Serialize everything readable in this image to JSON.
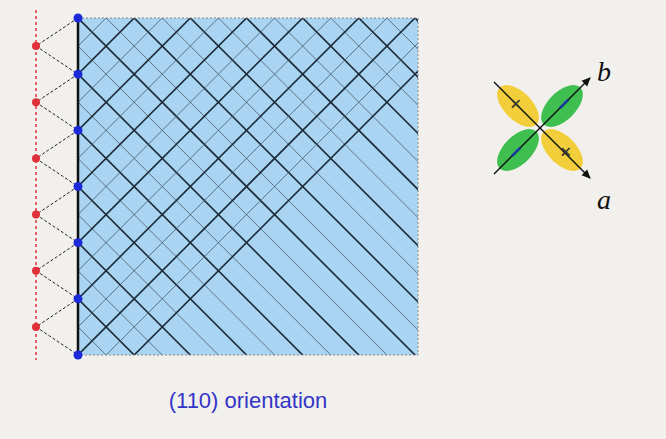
{
  "diagram": {
    "caption": "(110) orientation",
    "labels": [
      "b",
      "a",
      "+",
      "+",
      "−",
      "−"
    ]
  }
}
